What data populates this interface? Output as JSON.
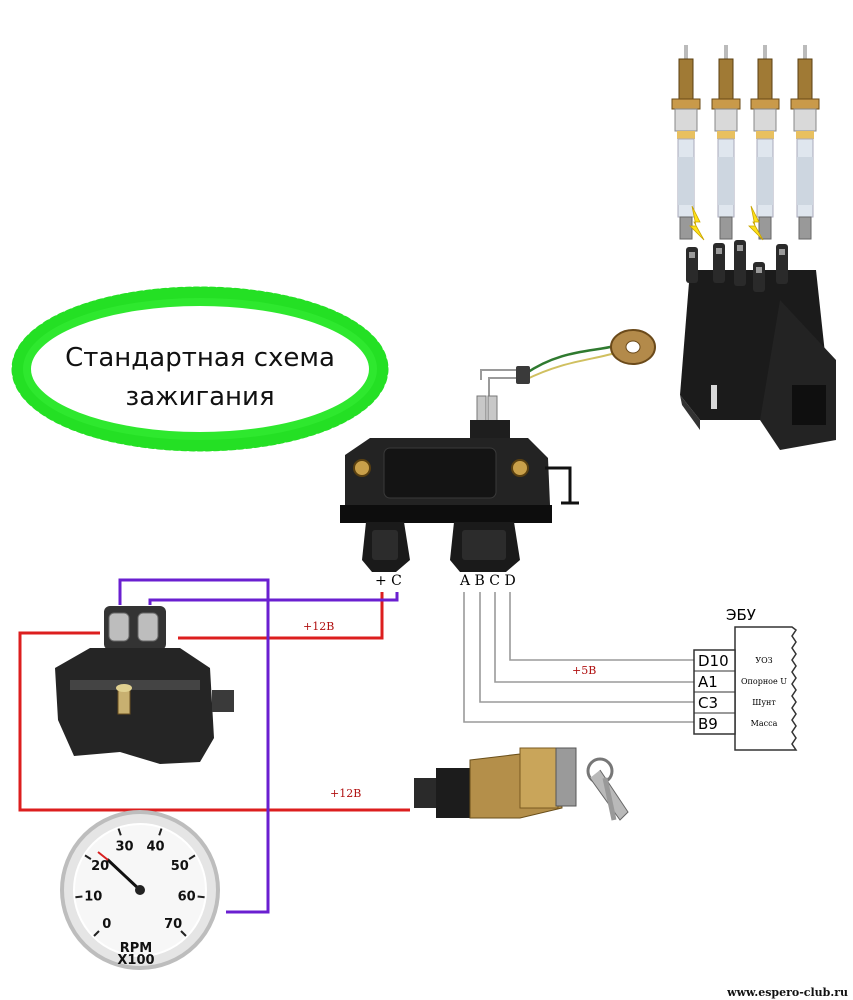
{
  "title": {
    "line1": "Стандартная схема",
    "line2": "зажигания"
  },
  "module": {
    "left_terminals": "+ C",
    "right_terminals": "A B C D"
  },
  "wires": {
    "coil_supply_label": "+12В",
    "ignition_switch_label": "+12В",
    "reference_label": "+5В"
  },
  "ecu": {
    "label": "ЭБУ",
    "pins": [
      {
        "pin": "D10",
        "desc": "УОЗ"
      },
      {
        "pin": "A1",
        "desc": "Опорное U"
      },
      {
        "pin": "C3",
        "desc": "Шунт"
      },
      {
        "pin": "B9",
        "desc": "Масса"
      }
    ]
  },
  "tachometer": {
    "unit": "RPM",
    "multiplier": "X100",
    "scale": [
      "0",
      "10",
      "20",
      "30",
      "40",
      "50",
      "60",
      "70"
    ]
  },
  "watermark": "www.espero-club.ru",
  "colors": {
    "red_wire": "#dc1e1e",
    "purple_wire": "#6a1fd0",
    "grey_wire": "#9a9a9a",
    "title_border": "#22e622"
  }
}
